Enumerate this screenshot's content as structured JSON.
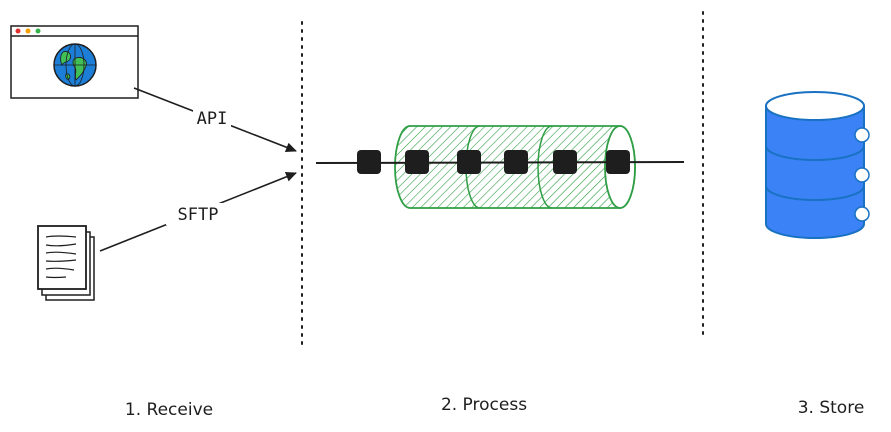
{
  "edges": {
    "api_label": "API",
    "sftp_label": "SFTP"
  },
  "stages": {
    "receive": "1. Receive",
    "process": "2. Process",
    "store": "3. Store"
  },
  "queue": {
    "message_count": 6
  },
  "colors": {
    "stroke": "#1e1e1e",
    "queue_green": "#2f9e44",
    "queue_fill": "#b2f2bb",
    "db_blue": "#1971c2",
    "db_fill": "#3b82f6",
    "globe_blue": "#1c7ed6",
    "globe_green": "#40c057",
    "message_fill": "#1e1e1e"
  },
  "icons": {
    "browser": "browser-window-icon",
    "globe": "globe-icon",
    "documents": "document-stack-icon",
    "database": "database-icon"
  }
}
